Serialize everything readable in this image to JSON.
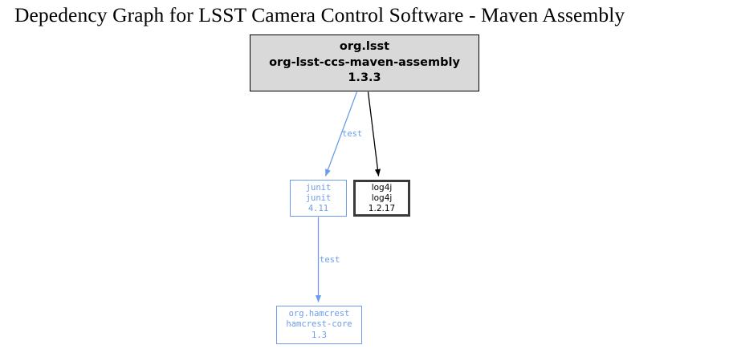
{
  "title": "Depedency Graph for LSST Camera Control Software - Maven Assembly",
  "colors": {
    "background": "#ffffff",
    "root_fill": "#d9d9d9",
    "root_border": "#000000",
    "test_scope": "#6c9ceb",
    "compile_scope": "#000000",
    "log4j_border": "#3a3a3a",
    "title_text": "#000000"
  },
  "nodes": [
    {
      "id": "org-lsst-ccs-maven-assembly",
      "group_id": "org.lsst",
      "artifact_id": "org-lsst-ccs-maven-assembly",
      "version": "1.3.3",
      "role": "root"
    },
    {
      "id": "junit",
      "group_id": "junit",
      "artifact_id": "junit",
      "version": "4.11",
      "role": "test-dependency"
    },
    {
      "id": "log4j",
      "group_id": "log4j",
      "artifact_id": "log4j",
      "version": "1.2.17",
      "role": "compile-dependency"
    },
    {
      "id": "hamcrest-core",
      "group_id": "org.hamcrest",
      "artifact_id": "hamcrest-core",
      "version": "1.3",
      "role": "test-dependency"
    }
  ],
  "edges": [
    {
      "id": "root-to-junit",
      "from": "org-lsst-ccs-maven-assembly",
      "to": "junit",
      "label": "test",
      "color": "#6c9ceb"
    },
    {
      "id": "root-to-log4j",
      "from": "org-lsst-ccs-maven-assembly",
      "to": "log4j",
      "label": "",
      "color": "#000000"
    },
    {
      "id": "junit-to-hamcrest",
      "from": "junit",
      "to": "hamcrest-core",
      "label": "test",
      "color": "#6c9ceb"
    }
  ]
}
